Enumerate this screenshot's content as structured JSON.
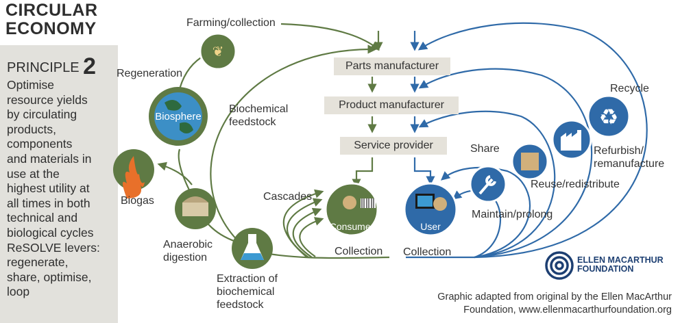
{
  "header": {
    "title": "CIRCULAR\nECONOMY"
  },
  "principle": {
    "label": "PRINCIPLE",
    "number": "2",
    "text": "Optimise\nresource yields\nby circulating\nproducts,\ncomponents\nand materials in\nuse at the\nhighest utility at\nall times in both\ntechnical and\nbiological cycles\nReSOLVE levers:\nregenerate,\nshare, optimise,\nloop"
  },
  "biological": {
    "farming": "Farming/collection",
    "regeneration": "Regeneration",
    "biosphere": "Biosphere",
    "biochemical_feedstock": "Biochemical\nfeedstock",
    "biogas": "Biogas",
    "anaerobic": "Anaerobic\ndigestion",
    "extraction": "Extraction of\nbiochemical\nfeedstock",
    "cascades": "Cascades",
    "consumer": "Consumer",
    "collection": "Collection"
  },
  "chain": {
    "parts": "Parts manufacturer",
    "product": "Product manufacturer",
    "service": "Service provider"
  },
  "technical": {
    "user": "User",
    "collection": "Collection",
    "share": "Share",
    "maintain": "Maintain/prolong",
    "reuse": "Reuse/redistribute",
    "refurbish": "Refurbish/\nremanufacture",
    "recycle": "Recycle"
  },
  "brand": {
    "name": "ELLEN MACARTHUR\nFOUNDATION"
  },
  "credit": {
    "text": "Graphic adapted from original by the Ellen MacArthur\nFoundation, www.ellenmacarthurfoundation.org"
  },
  "colors": {
    "green": "#5f7a44",
    "dark_green": "#4d6638",
    "blue": "#2f6aa8",
    "dark_blue": "#1d3f72",
    "panel": "#e2e1dc"
  }
}
